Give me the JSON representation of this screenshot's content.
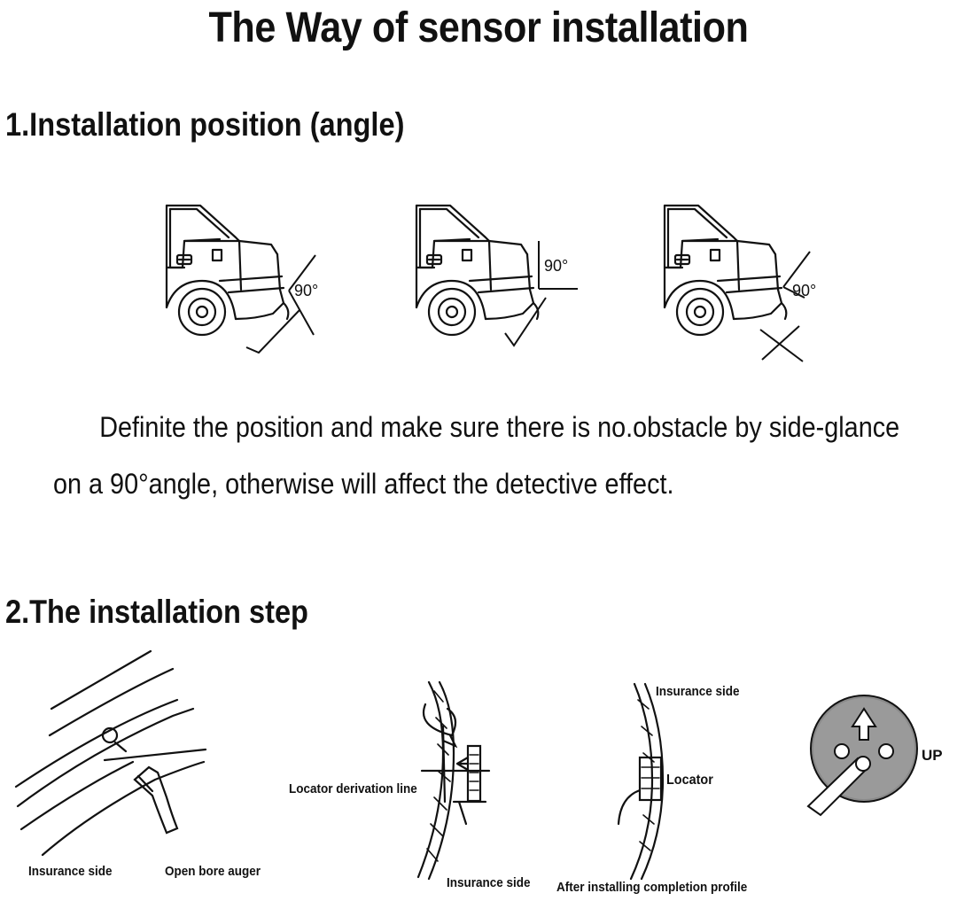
{
  "document": {
    "title": "The Way of sensor installation",
    "section1": {
      "heading": "1.Installation position (angle)",
      "angle_labels": [
        "90°",
        "90°",
        "90°"
      ],
      "description_line1": "Definite the position and make sure there is no.obstacle by side-glance",
      "description_line2": "on a 90°angle, otherwise will affect the detective effect."
    },
    "section2": {
      "heading": "2.The installation step",
      "labels": {
        "insurance_side_1": "Insurance side",
        "open_bore_auger": "Open bore auger",
        "locator_derivation_line": "Locator derivation line",
        "insurance_side_2": "Insurance side",
        "insurance_side_3": "Insurance side",
        "locator": "Locator",
        "after_installing": "After installing completion profile",
        "up": "UP"
      }
    }
  }
}
